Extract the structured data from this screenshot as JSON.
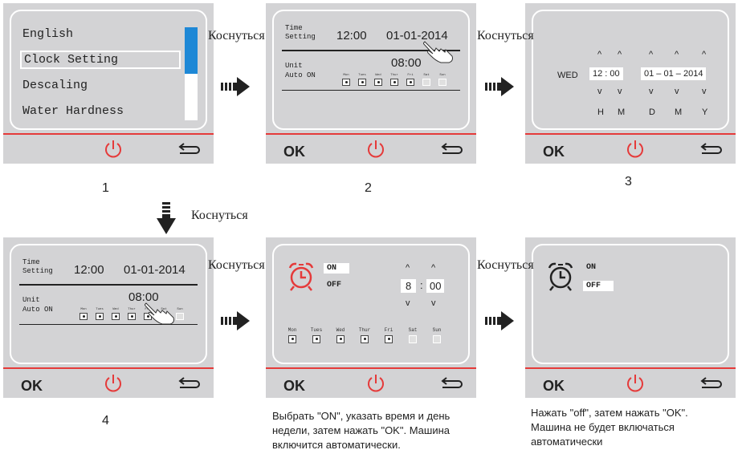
{
  "touch_label": "Коснуться",
  "step_numbers": [
    "1",
    "2",
    "3",
    "4"
  ],
  "ok_label": "OK",
  "panel1": {
    "menu": [
      "English",
      "Clock Setting",
      "Descaling",
      "Water Hardness"
    ],
    "scroll_fraction": 0.5
  },
  "panel2": {
    "time_setting_line1": "Time",
    "time_setting_line2": "Setting",
    "time": "12:00",
    "date": "01-01-2014",
    "unit_line1": "Unit",
    "unit_line2": "Auto ON",
    "auto_time": "08:00",
    "days": [
      "Mon",
      "Tues",
      "Wed",
      "Thur",
      "Fri",
      "Sat",
      "Sun"
    ],
    "days_on": [
      true,
      true,
      true,
      true,
      true,
      false,
      false
    ]
  },
  "panel3": {
    "weekday": "WED",
    "hour": "12",
    "minute": "00",
    "day": "01",
    "month": "01",
    "year": "2014",
    "up": "^",
    "down": "v",
    "labels": [
      "H",
      "M",
      "D",
      "M",
      "Y"
    ]
  },
  "panel5": {
    "on_label": "ON",
    "off_label": "OFF",
    "hour": "8",
    "minute": "00",
    "up": "^",
    "down": "v",
    "days": [
      "Mon",
      "Tues",
      "Wed",
      "Thur",
      "Fri",
      "Sat",
      "Sun"
    ],
    "days_on": [
      true,
      true,
      true,
      true,
      true,
      false,
      false
    ]
  },
  "panel6": {
    "on_label": "ON",
    "off_label": "OFF"
  },
  "caption5": [
    "Выбрать \"ON\", указать время и день",
    "недели, затем нажать \"OK\". Машина",
    "включится автоматически."
  ],
  "caption6": [
    "Нажать \"off\", затем нажать \"OK\".",
    "Машина не будет включаться",
    "автоматически"
  ]
}
